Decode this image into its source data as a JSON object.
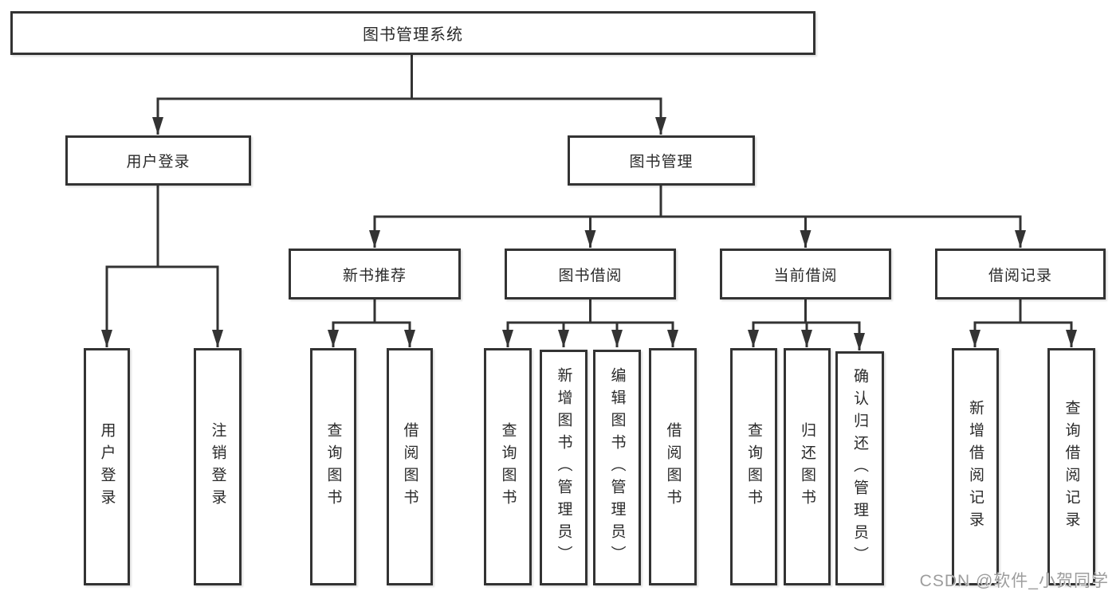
{
  "tree": {
    "label": "图书管理系统",
    "children": [
      {
        "label": "用户登录",
        "children": [
          {
            "label": "用户登录"
          },
          {
            "label": "注销登录"
          }
        ]
      },
      {
        "label": "图书管理",
        "children": [
          {
            "label": "新书推荐",
            "children": [
              {
                "label": "查询图书"
              },
              {
                "label": "借阅图书"
              }
            ]
          },
          {
            "label": "图书借阅",
            "children": [
              {
                "label": "查询图书"
              },
              {
                "label": "新增图书（管理员）"
              },
              {
                "label": "编辑图书（管理员）"
              },
              {
                "label": "借阅图书"
              }
            ]
          },
          {
            "label": "当前借阅",
            "children": [
              {
                "label": "查询图书"
              },
              {
                "label": "归还图书"
              },
              {
                "label": "确认归还（管理员）"
              }
            ]
          },
          {
            "label": "借阅记录",
            "children": [
              {
                "label": "新增借阅记录"
              },
              {
                "label": "查询借阅记录"
              }
            ]
          }
        ]
      }
    ]
  },
  "watermark": {
    "text": "CSDN @软件_小贺同学"
  },
  "colors": {
    "line": "#333333",
    "text": "#2a2a2a",
    "watermark": "#9d9d9d",
    "background": "#ffffff"
  }
}
